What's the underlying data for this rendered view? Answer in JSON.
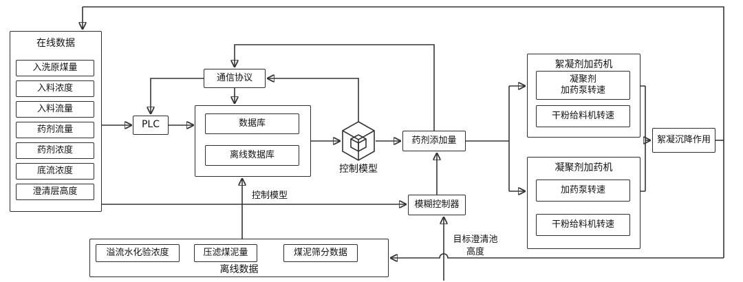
{
  "online": {
    "title": "在线数据",
    "items": [
      "入洗原煤量",
      "入料浓度",
      "入料流量",
      "药剂流量",
      "药剂浓度",
      "底流浓度",
      "澄清层高度"
    ]
  },
  "plc": {
    "label": "PLC"
  },
  "protocol": {
    "label": "通信协议"
  },
  "db_group": {
    "database": "数据库",
    "offline_database": "离线数据库"
  },
  "control_model": {
    "label": "控制模型"
  },
  "dosage": {
    "label": "药剂添加量"
  },
  "fuzzy": {
    "label": "模糊控制器"
  },
  "machine_floc": {
    "title": "絮凝剂加药机",
    "items": [
      "凝聚剂\n加药泵转速",
      "干粉给料机转速"
    ]
  },
  "machine_coag": {
    "title": "凝聚剂加药机",
    "items": [
      "加药泵转速",
      "干粉给料机转速"
    ]
  },
  "settling": {
    "label": "絮凝沉降作用"
  },
  "offline": {
    "title": "离线数据",
    "items": [
      "溢流水化验浓度",
      "压滤煤泥量",
      "煤泥筛分数据"
    ]
  },
  "edge_labels": {
    "control_model": "控制模型",
    "target_height": "目标澄清池\n高度"
  },
  "colors": {
    "line": "#333333",
    "border": "#2b2b2b",
    "cube": "#8f8f8f",
    "background": "#ffffff"
  }
}
